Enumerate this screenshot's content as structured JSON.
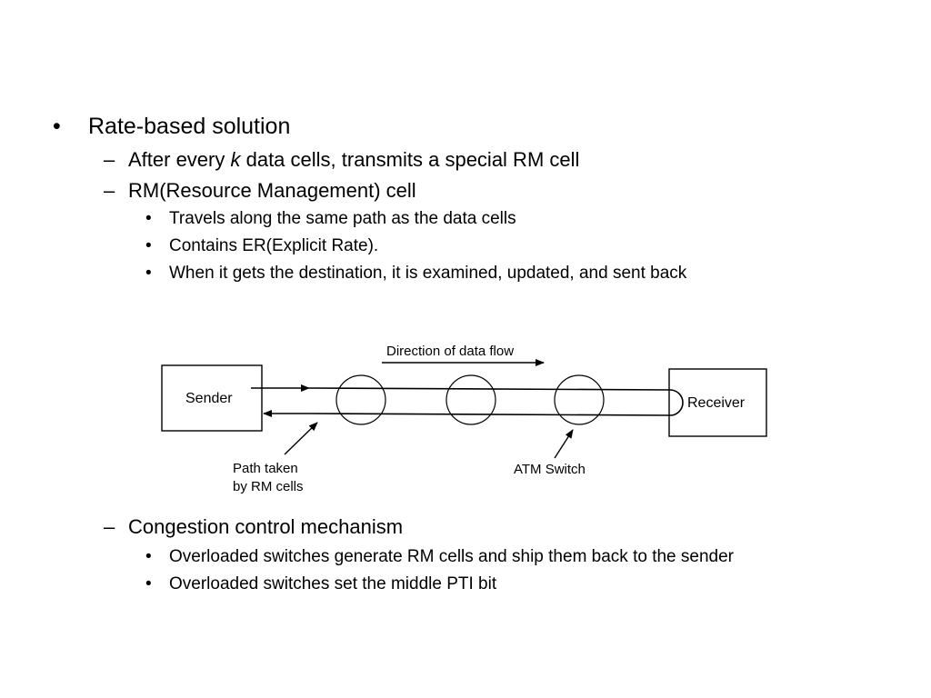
{
  "bullets": {
    "level1_marker": "•",
    "level2_marker": "–",
    "level3_marker": "•"
  },
  "outline": {
    "item1": "Rate-based solution",
    "item1_sub1_pre": "After every ",
    "item1_sub1_italic": "k",
    "item1_sub1_post": " data cells, transmits a special RM cell",
    "item1_sub2": "RM(Resource Management) cell",
    "item1_sub2_a": "Travels along the same path as the data cells",
    "item1_sub2_b": "Contains ER(Explicit Rate).",
    "item1_sub2_c": "When it gets the destination, it is examined, updated, and sent back",
    "item1_sub3": "Congestion control mechanism",
    "item1_sub3_a": "Overloaded switches generate RM cells and ship them back to the sender",
    "item1_sub3_b": "Overloaded switches set the middle PTI bit"
  },
  "diagram": {
    "sender_label": "Sender",
    "receiver_label": "Receiver",
    "direction_label": "Direction of data flow",
    "path_label_line1": "Path taken",
    "path_label_line2": "by RM cells",
    "switch_label": "ATM Switch",
    "switch_count": 3
  }
}
